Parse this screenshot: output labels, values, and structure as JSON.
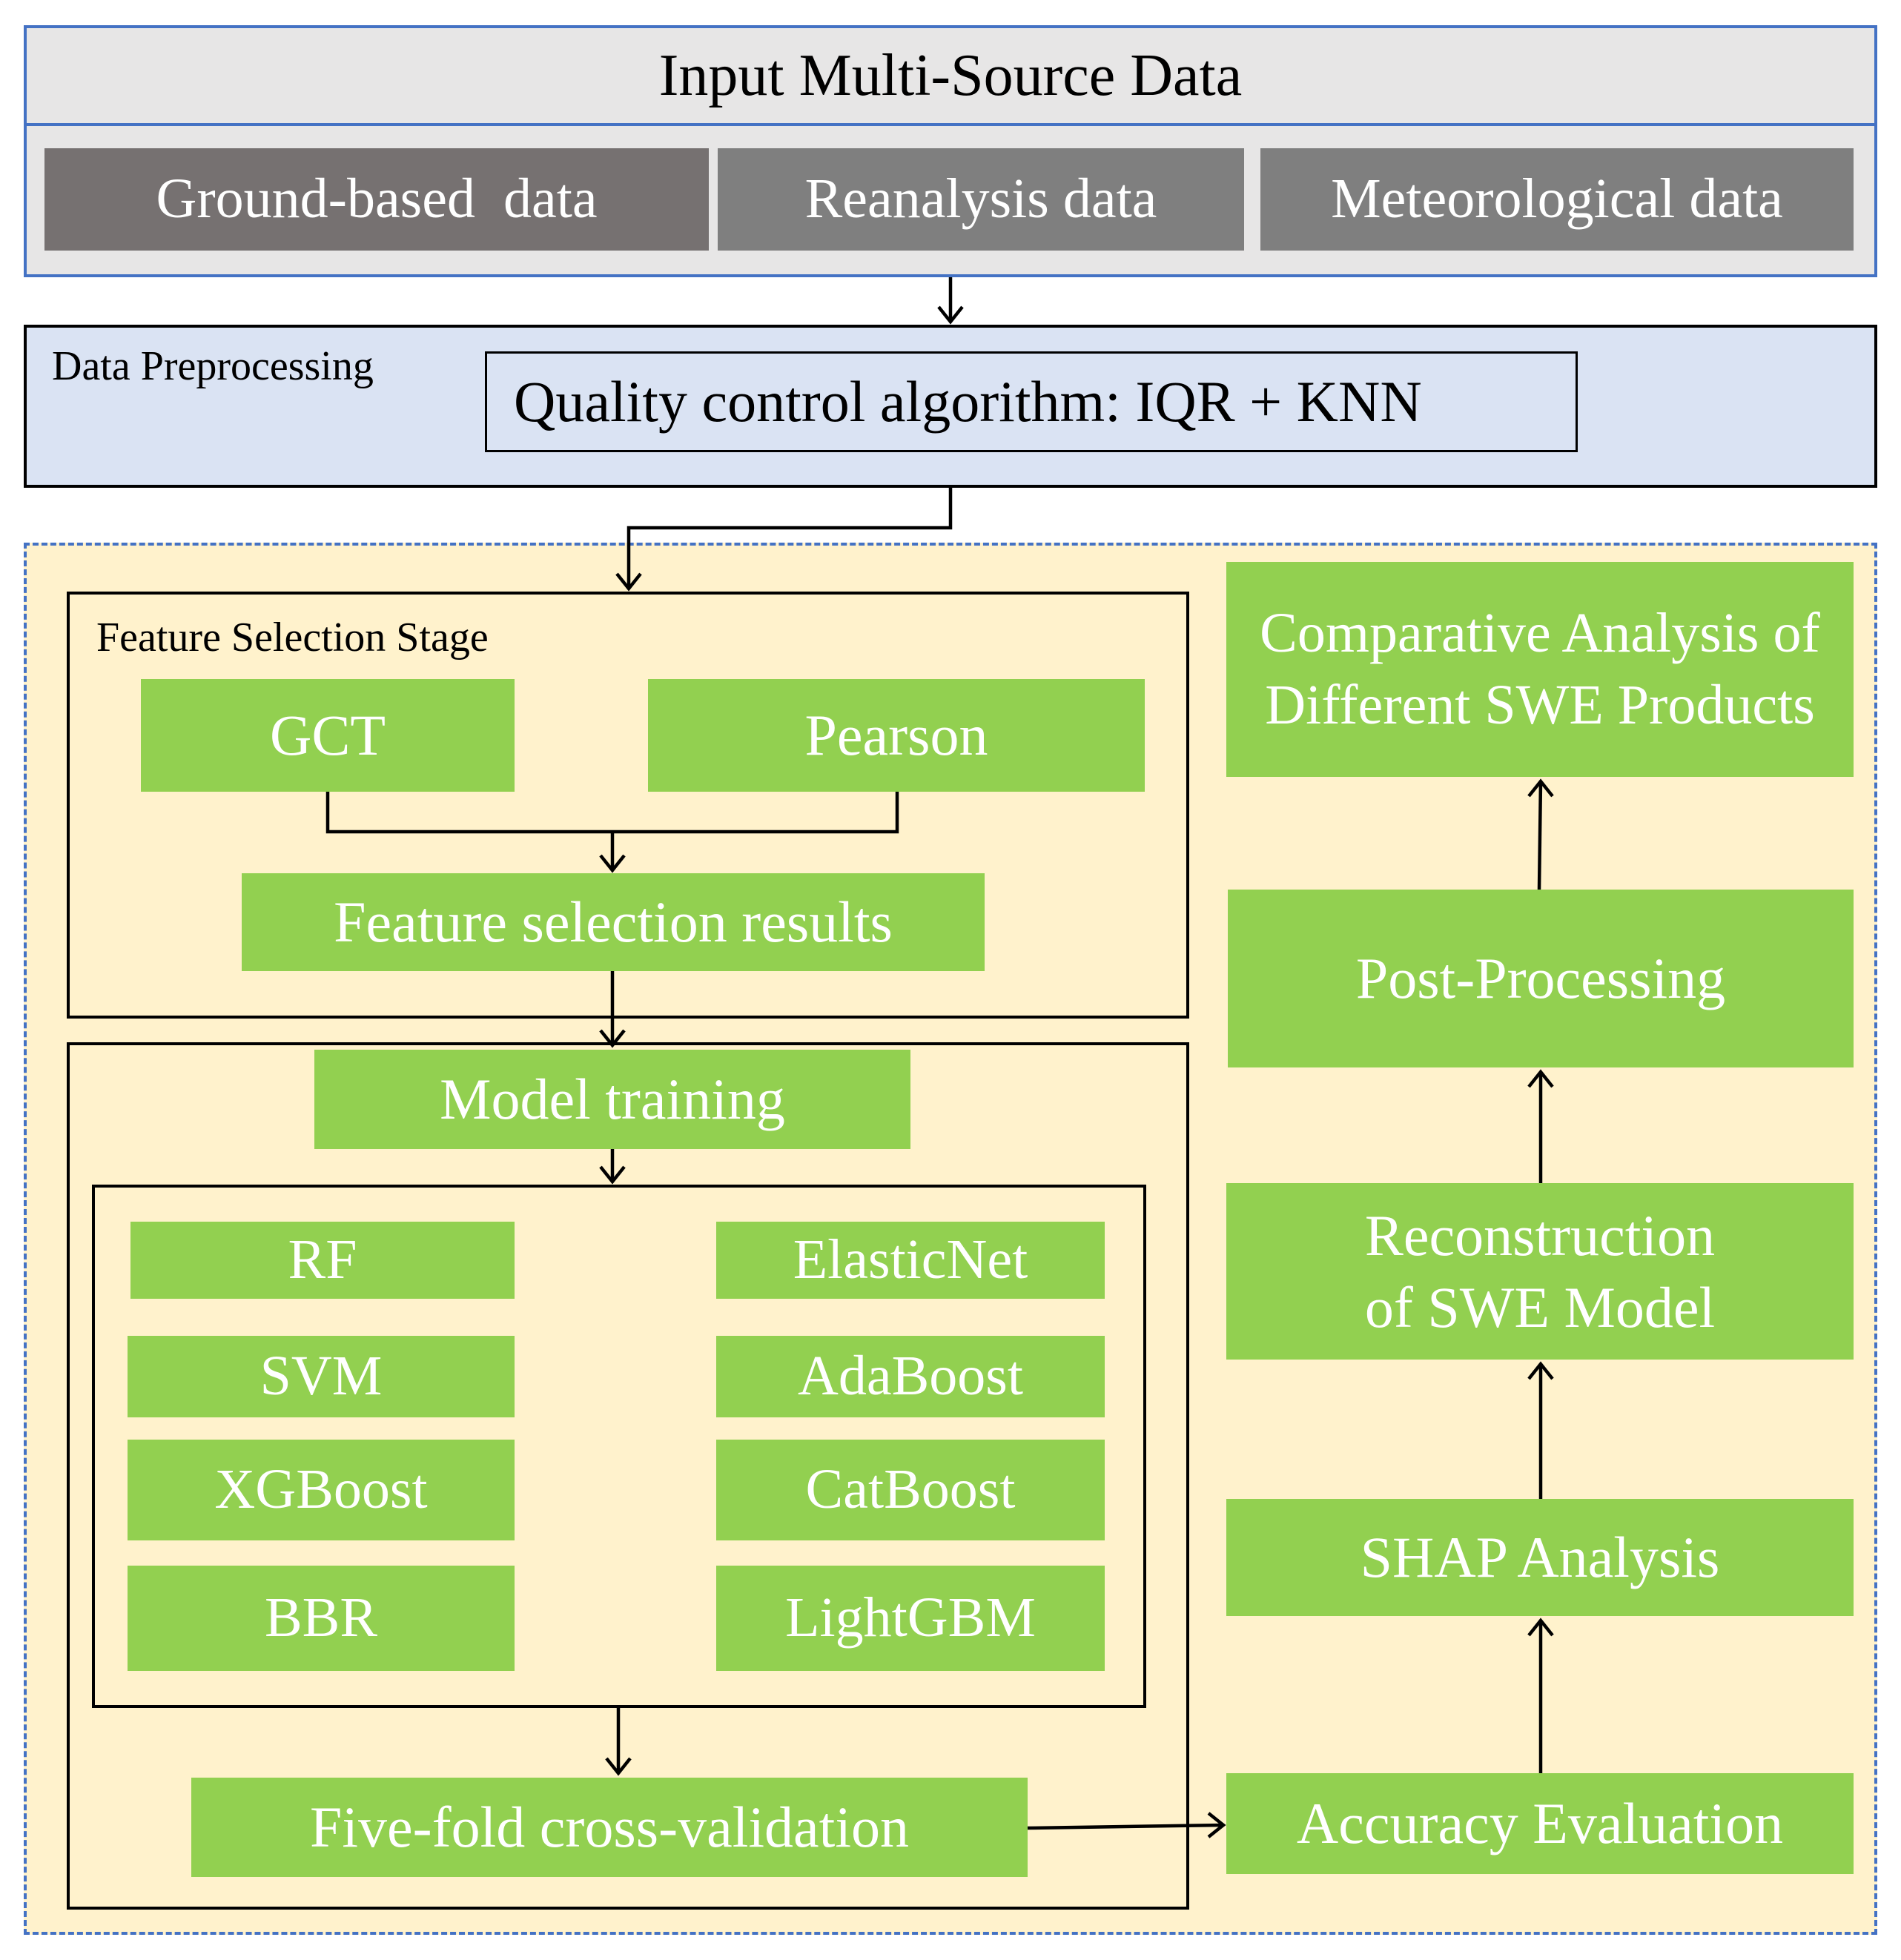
{
  "input": {
    "title": "Input Multi-Source Data",
    "sources": [
      "Ground-based  data",
      "Reanalysis data",
      "Meteorological data"
    ]
  },
  "preprocessing": {
    "label": "Data Preprocessing",
    "algorithm": "Quality control algorithm: IQR + KNN"
  },
  "feature_selection": {
    "label": "Feature Selection Stage",
    "methods": [
      "GCT",
      "Pearson"
    ],
    "result": "Feature selection results"
  },
  "training": {
    "title": "Model training",
    "models_left": [
      "RF",
      "SVM",
      "XGBoost",
      "BBR"
    ],
    "models_right": [
      "ElasticNet",
      "AdaBoost",
      "CatBoost",
      "LightGBM"
    ],
    "validation": "Five-fold cross-validation"
  },
  "right_flow": {
    "comparative": "Comparative Analysis of Different SWE Products",
    "post_processing": "Post-Processing",
    "reconstruction": "Reconstruction of SWE Model",
    "shap": "SHAP Analysis",
    "accuracy": "Accuracy Evaluation"
  },
  "colors": {
    "green": "#92d050",
    "cream": "#fff2cc",
    "light_blue": "#dae3f3",
    "light_grey": "#e7e6e6",
    "border_blue": "#4472c4"
  }
}
